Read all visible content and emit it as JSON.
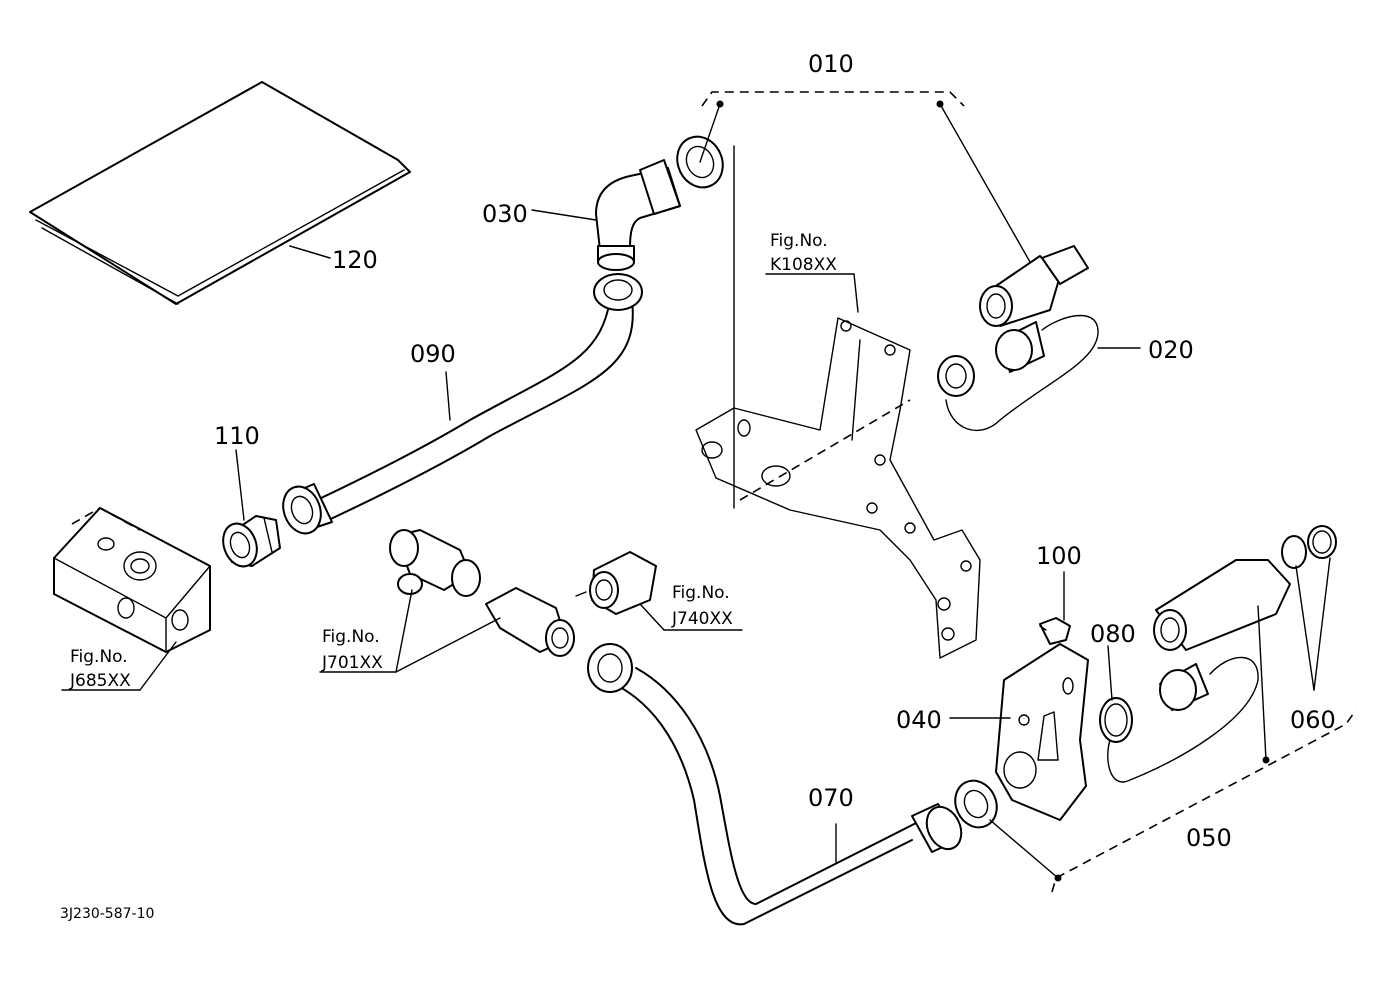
{
  "callouts": {
    "c010": "010",
    "c020": "020",
    "c030": "030",
    "c040": "040",
    "c050": "050",
    "c060": "060",
    "c070": "070",
    "c080": "080",
    "c090": "090",
    "c100": "100",
    "c110": "110",
    "c120": "120"
  },
  "figure_refs": {
    "k108": {
      "line1": "Fig.No.",
      "line2": "K108XX"
    },
    "j685": {
      "line1": "Fig.No.",
      "line2": "J685XX"
    },
    "j701": {
      "line1": "Fig.No.",
      "line2": "J701XX"
    },
    "j740": {
      "line1": "Fig.No.",
      "line2": "J740XX"
    }
  },
  "drawing_code": "3J230-587-10"
}
